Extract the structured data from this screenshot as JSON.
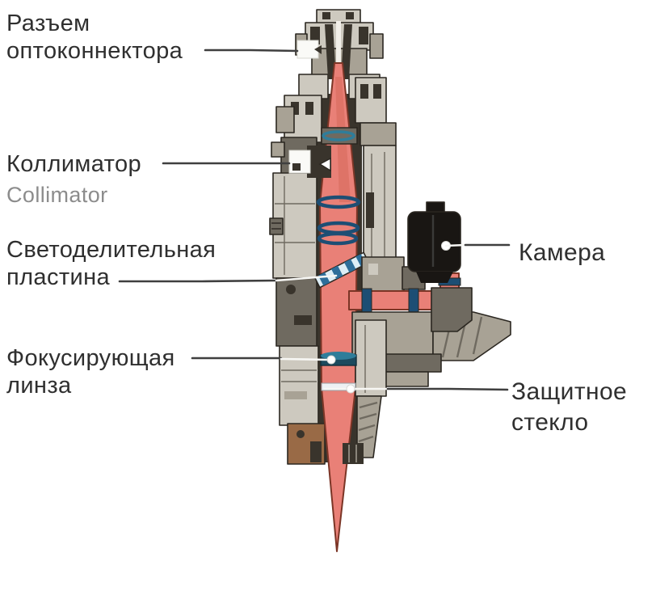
{
  "diagram": {
    "subject": "laser-welding-head-cutaway",
    "labels": {
      "optoconnector": {
        "line1": "Разъем",
        "line2": "оптоконнектора"
      },
      "collimator": {
        "title": "Коллиматор",
        "subtitle": "Collimator"
      },
      "beam_splitter": {
        "line1": "Светоделительная",
        "line2": "пластина"
      },
      "focusing_lens": {
        "line1": "Фокусирующая",
        "line2": "линза"
      },
      "camera": {
        "line1": "Камера"
      },
      "protective_glass": {
        "line1": "Защитное",
        "line2": "стекло"
      }
    },
    "colors": {
      "bg": "#ffffff",
      "label_dark": "#2f2f2f",
      "label_gray": "#8c8c8c",
      "leader_dark": "#3f3f3f",
      "leader_white": "#f7f7f4",
      "beam": "#e98077",
      "beam_core": "#d96b60",
      "beam_edge": "#7b3526",
      "metal_light": "#cdc9bf",
      "metal_mid": "#a8a295",
      "metal_dark": "#6f6a60",
      "metal_shadow": "#39342c",
      "outline": "#2b2721",
      "lens_navy": "#1d4e74",
      "lens_teal": "#2f7d9a",
      "splitter_light": "#ddeef6",
      "splitter_blue": "#2e6e9a",
      "camera_black": "#191613",
      "brown": "#996a46",
      "glass_white": "#eef1f3"
    }
  }
}
